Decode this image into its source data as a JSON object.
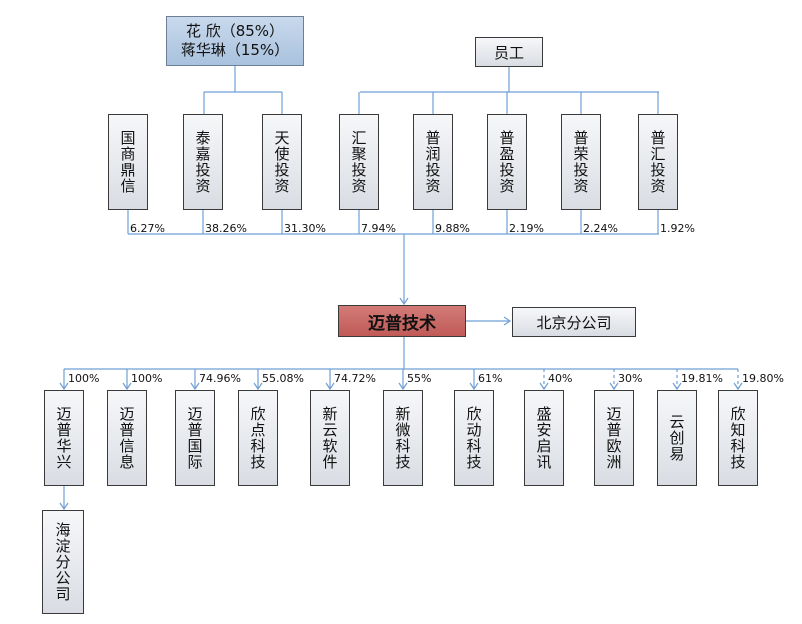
{
  "founders": {
    "line1": "花 欣（85%）",
    "line2": "蒋华琳（15%）"
  },
  "employees": "员工",
  "shareholders": [
    {
      "name": "国商鼎信",
      "pct": "6.27%"
    },
    {
      "name": "泰嘉投资",
      "pct": "38.26%"
    },
    {
      "name": "天使投资",
      "pct": "31.30%"
    },
    {
      "name": "汇聚投资",
      "pct": "7.94%"
    },
    {
      "name": "普润投资",
      "pct": "9.88%"
    },
    {
      "name": "普盈投资",
      "pct": "2.19%"
    },
    {
      "name": "普荣投资",
      "pct": "2.24%"
    },
    {
      "name": "普汇投资",
      "pct": "1.92%"
    }
  ],
  "company": "迈普技术",
  "branch": "北京分公司",
  "subsidiaries": [
    {
      "name": "迈普华兴",
      "pct": "100%"
    },
    {
      "name": "迈普信息",
      "pct": "100%"
    },
    {
      "name": "迈普国际",
      "pct": "74.96%"
    },
    {
      "name": "欣点科技",
      "pct": "55.08%"
    },
    {
      "name": "新云软件",
      "pct": "74.72%"
    },
    {
      "name": "新微科技",
      "pct": "55%"
    },
    {
      "name": "欣动科技",
      "pct": "61%"
    },
    {
      "name": "盛安启讯",
      "pct": "40%"
    },
    {
      "name": "迈普欧洲",
      "pct": "30%"
    },
    {
      "name": "云创易",
      "pct": "19.81%"
    },
    {
      "name": "欣知科技",
      "pct": "19.80%"
    }
  ],
  "sub_subsidiary": "海淀分公司",
  "line_color": "#6f9fd4",
  "core_color": "#c9625f",
  "founder_color": "#b8cde5"
}
